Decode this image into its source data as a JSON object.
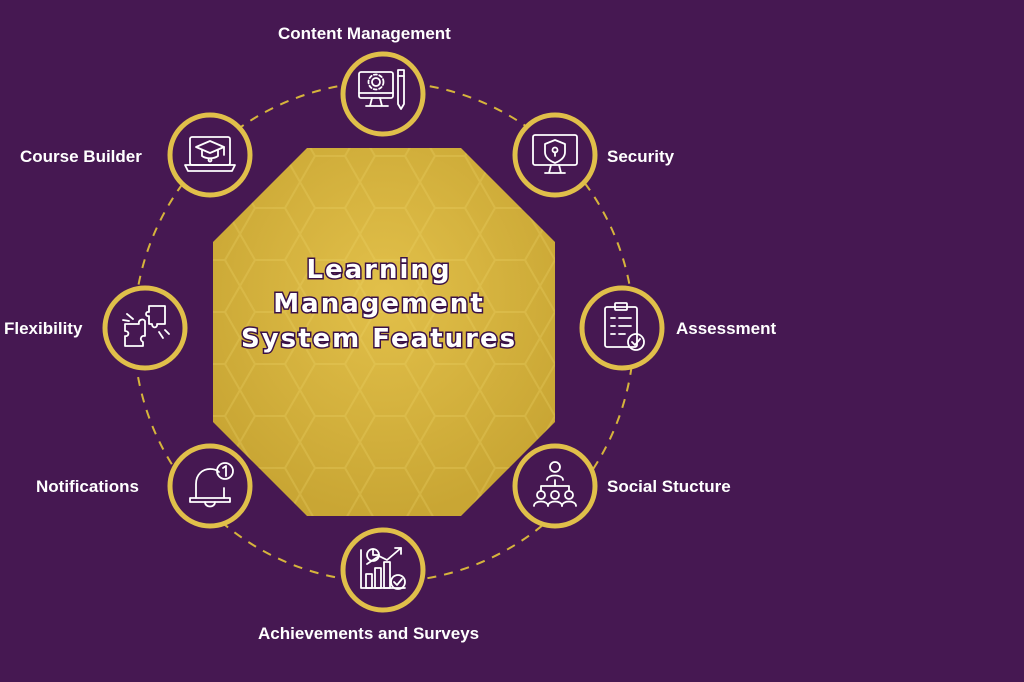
{
  "title": {
    "lines": [
      "Learning",
      "Management",
      "System Features"
    ]
  },
  "colors": {
    "background": "#461852",
    "gold": "#d6b43c",
    "ring": "#e0bf4a",
    "text": "#ffffff"
  },
  "features": [
    {
      "label": "Content Management",
      "icon": "monitor-gear-pen-icon"
    },
    {
      "label": "Security",
      "icon": "monitor-shield-lock-icon"
    },
    {
      "label": "Assessment",
      "icon": "clipboard-checklist-icon"
    },
    {
      "label": "Social Stucture",
      "icon": "people-hierarchy-icon"
    },
    {
      "label": "Achievements and Surveys",
      "icon": "bar-chart-growth-icon"
    },
    {
      "label": "Notifications",
      "icon": "bell-notification-icon"
    },
    {
      "label": "Flexibility",
      "icon": "puzzle-pieces-icon"
    },
    {
      "label": "Course Builder",
      "icon": "laptop-graduation-cap-icon"
    }
  ]
}
